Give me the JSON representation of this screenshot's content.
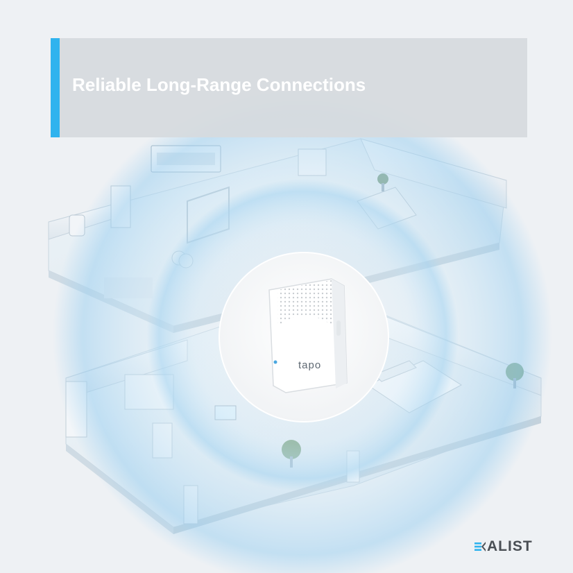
{
  "banner": {
    "title": "Reliable Long-Range Connections",
    "accent_color": "#2fb3ee"
  },
  "device": {
    "brand_label": "tapo",
    "icon": "tapo-hub-icon"
  },
  "logo": {
    "text": "ALIST",
    "icon": "kalist-k-icon",
    "alt": "KALIST"
  },
  "scene": {
    "description_icon": "smart-home-floorplan-illustration",
    "signal_color": "#a9d6f2"
  }
}
